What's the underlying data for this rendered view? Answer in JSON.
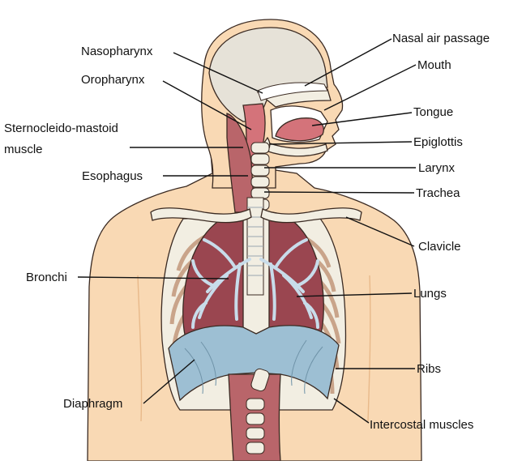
{
  "colors": {
    "skin": "#f9d9b4",
    "skin_edge": "#e8b98a",
    "skull": "#e6e2d8",
    "bone": "#f2eee2",
    "muscle": "#b9656a",
    "muscle_dark": "#8e3c43",
    "lung": "#9a4650",
    "diaphragm": "#9dbfd3",
    "airway": "#c8dcea",
    "tongue": "#d4737a",
    "line": "#111111"
  },
  "labels": {
    "nasal_air_passage": "Nasal air passage",
    "mouth": "Mouth",
    "tongue": "Tongue",
    "epiglottis": "Epiglottis",
    "larynx": "Larynx",
    "trachea": "Trachea",
    "clavicle": "Clavicle",
    "lungs": "Lungs",
    "ribs": "Ribs",
    "intercostal_muscles": "Intercostal muscles",
    "nasopharynx": "Nasopharynx",
    "oropharynx": "Oropharynx",
    "sternocleido_line1": "Sternocleido-mastoid",
    "sternocleido_line2": "muscle",
    "esophagus": "Esophagus",
    "bronchi": "Bronchi",
    "diaphragm": "Diaphragm"
  }
}
